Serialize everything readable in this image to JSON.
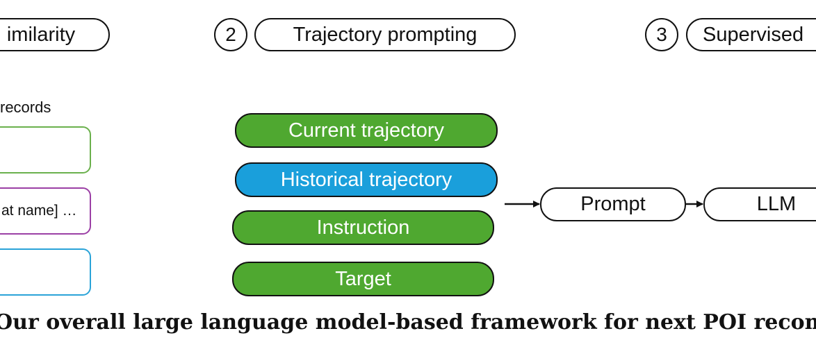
{
  "colors": {
    "green": "#4fa830",
    "blue": "#1a9fdb",
    "purple": "#9b3fa5",
    "card_green": "#6ab04c",
    "card_blue": "#2aa3d8"
  },
  "stages": [
    {
      "number": "",
      "label": "imilarity"
    },
    {
      "number": "2",
      "label": "Trajectory prompting"
    },
    {
      "number": "3",
      "label": "Supervised"
    }
  ],
  "records_label": "records",
  "record_cards": [
    {
      "text": "",
      "color": "green"
    },
    {
      "text": "at name] …",
      "color": "purple"
    },
    {
      "text": "",
      "color": "blue"
    }
  ],
  "trajectory_blocks": [
    {
      "label": "Current trajectory",
      "color": "green"
    },
    {
      "label": "Historical trajectory",
      "color": "blue"
    },
    {
      "label": "Instruction",
      "color": "green"
    },
    {
      "label": "Target",
      "color": "green"
    }
  ],
  "pipeline": {
    "prompt": "Prompt",
    "llm": "LLM"
  },
  "caption": "Our overall large language model-based framework for next POI recomm"
}
